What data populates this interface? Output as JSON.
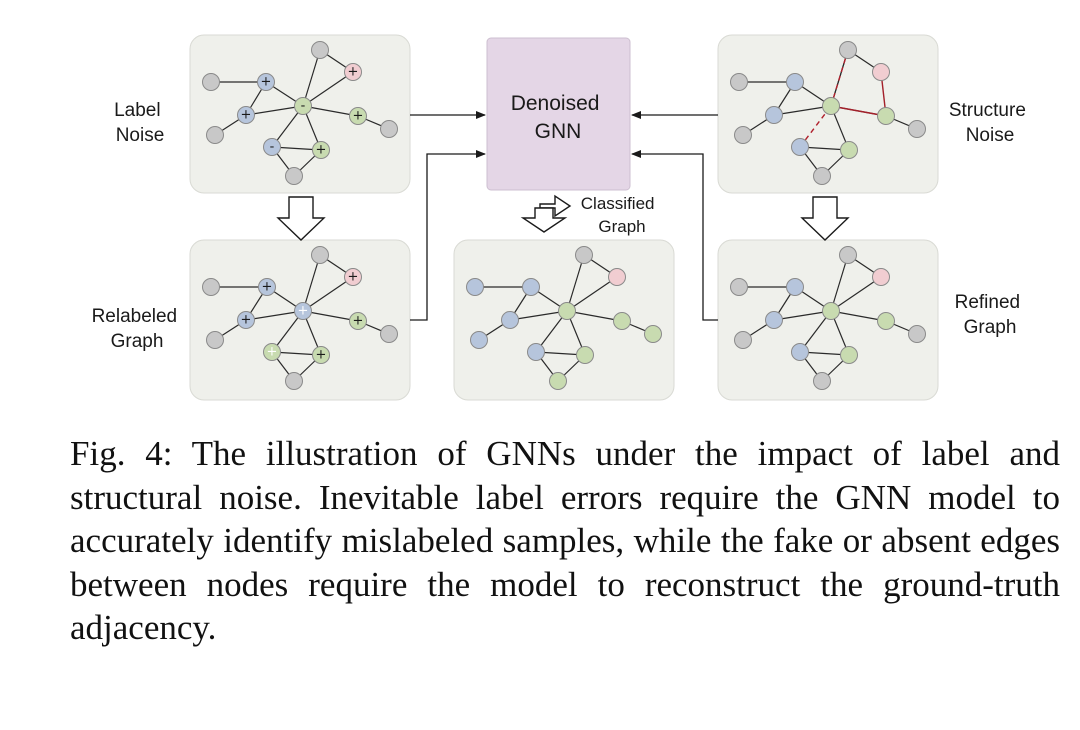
{
  "figure": {
    "panels": {
      "label_noise": "Label\nNoise",
      "structure_noise": "Structure\nNoise",
      "relabeled_graph": "Relabeled\nGraph",
      "refined_graph": "Refined\nGraph",
      "classified_graph": "Classified\nGraph"
    },
    "center_box": {
      "label": "Denoised\nGNN",
      "color": "#e4d6e6"
    },
    "node_colors": {
      "gray": "#c8c8c8",
      "blue": "#b6c5dc",
      "green": "#c8dbb0",
      "pink": "#f1cdd1"
    },
    "noise_edge_color": "#a3202a"
  },
  "caption": "Fig. 4: The illustration of GNNs under the impact of label and structural noise. Inevitable label errors require the GNN model to accurately identify mislabeled samples, while the fake or absent edges between nodes require the model to reconstruct the ground-truth adjacency."
}
